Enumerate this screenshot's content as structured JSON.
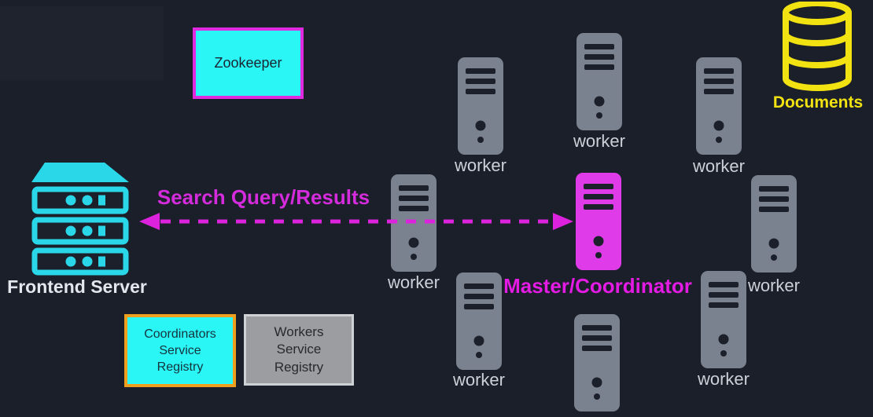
{
  "colors": {
    "background": "#1b1f29",
    "cyan_box": "#2bf6f6",
    "cyan_icon": "#2ad7e8",
    "magenta_border": "#e02adf",
    "magenta_icon": "#e03be8",
    "magenta_text": "#d42bdc",
    "magenta_label": "#e41be4",
    "arrow": "#dd22dd",
    "yellow": "#f2e211",
    "gray_icon": "#7b828f",
    "gray_box": "#9b9da0",
    "gray_box_border": "#ced1d3",
    "orange_border": "#ee9f1d",
    "worker_label": "#ccd1d9",
    "frontend_label": "#e3e6ec",
    "slot_dark": "#1c202b",
    "dark_text": "#15333c"
  },
  "nodes": {
    "zookeeper": {
      "label": "Zookeeper"
    },
    "documents": {
      "label": "Documents",
      "icon": "database-cylinder-icon"
    },
    "frontend_server": {
      "label": "Frontend Server",
      "icon": "server-rack-icon"
    },
    "master": {
      "label": "Master/Coordinator",
      "icon": "tower-server-icon"
    },
    "workers": {
      "label": "worker",
      "count": 8,
      "icon": "tower-server-icon"
    },
    "coordinators_registry": {
      "lines": [
        "Coordinators",
        "Service",
        "Registry"
      ]
    },
    "workers_registry": {
      "lines": [
        "Workers",
        "Service",
        "Registry"
      ]
    }
  },
  "edges": {
    "search_query": {
      "label": "Search Query/Results",
      "style": "dashed-double-arrow"
    }
  }
}
